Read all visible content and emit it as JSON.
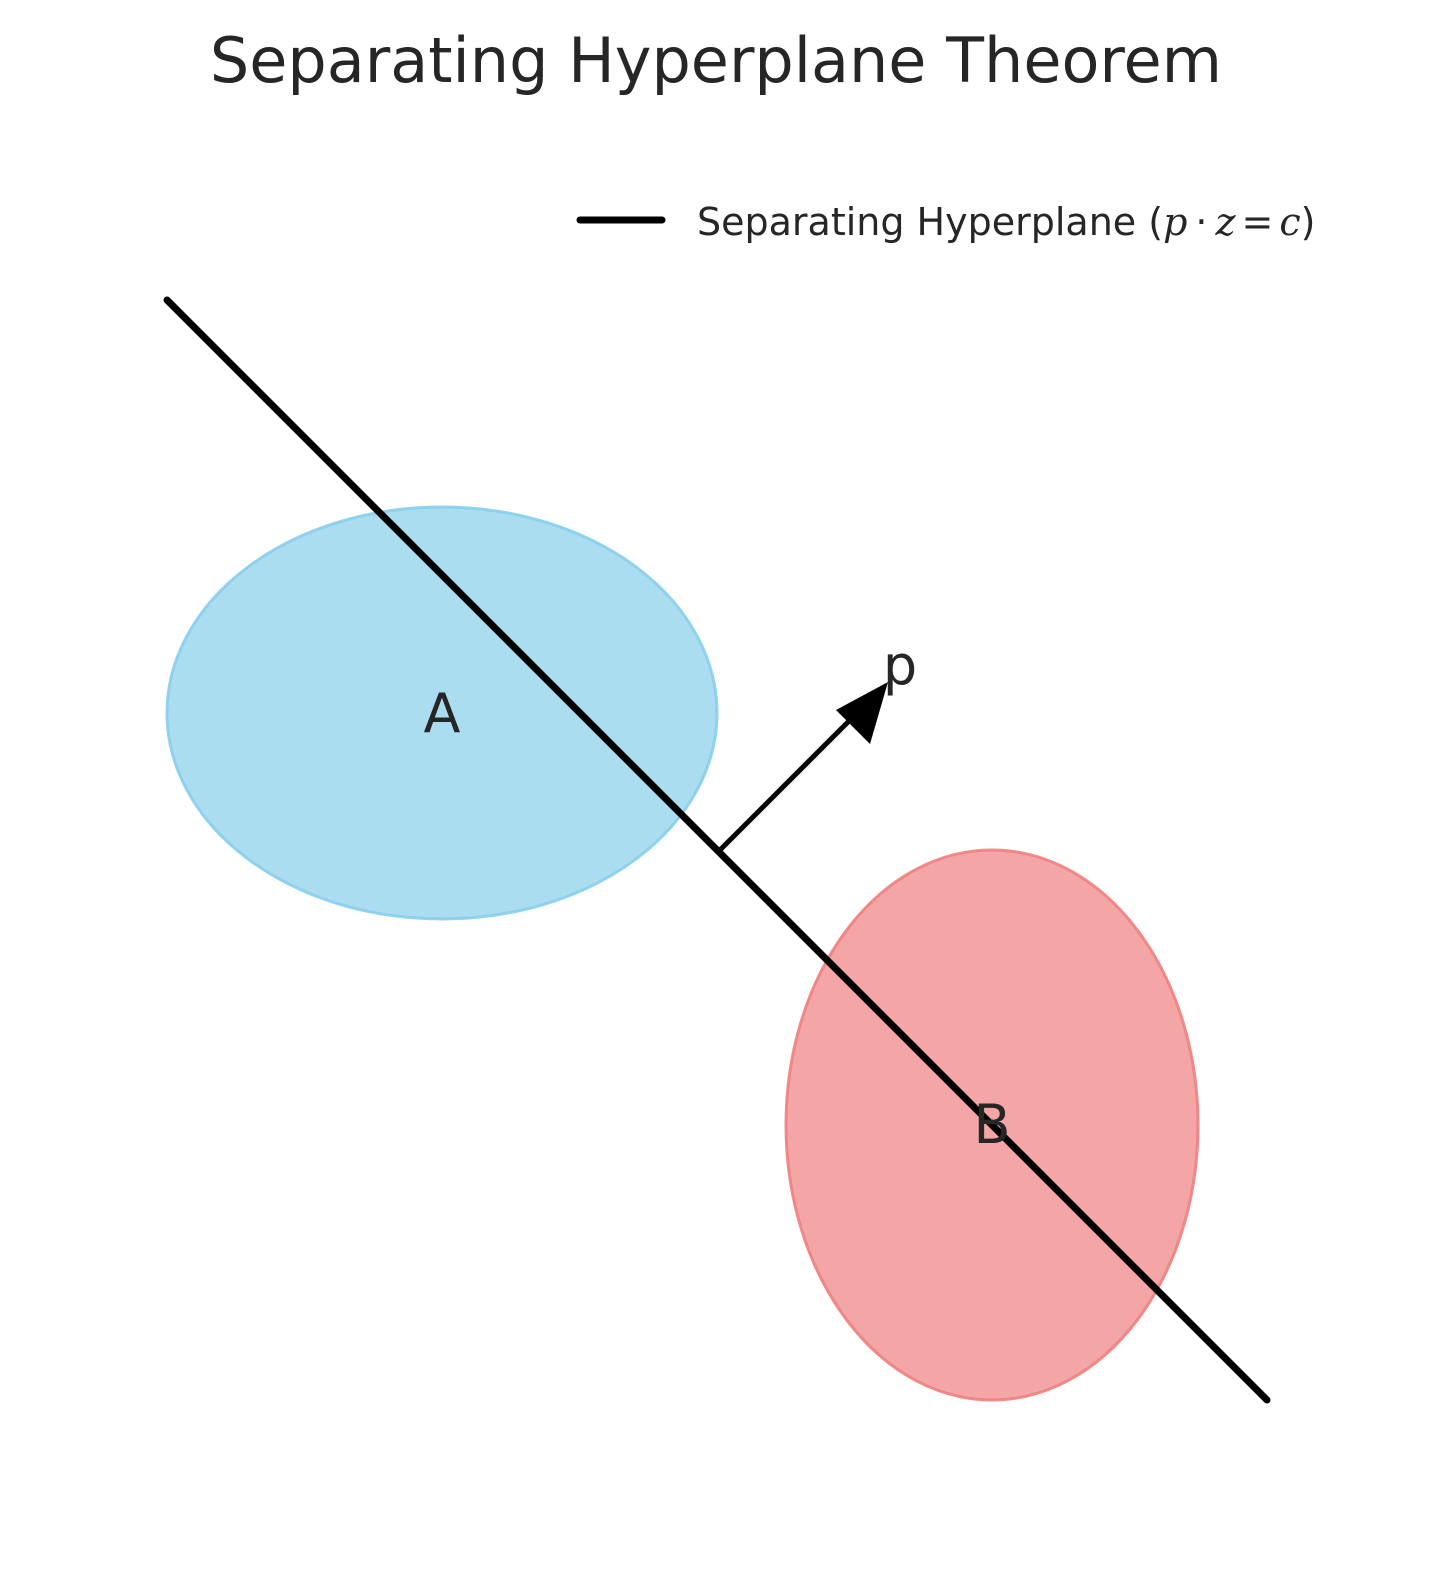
{
  "title": "Separating Hyperplane Theorem",
  "sets": [
    {
      "label": "A",
      "color": "#87CEEB",
      "edge_color": "#87CEEB"
    },
    {
      "label": "B",
      "color": "#F08080",
      "edge_color": "#F08080"
    }
  ],
  "normal_vector": {
    "label": "p",
    "color": "#000000"
  },
  "hyperplane": {
    "color": "#000000"
  },
  "legend": {
    "prefix": "Separating Hyperplane (",
    "p": "p",
    "dot": "·",
    "z": "z",
    "eq": "=",
    "c": "c",
    "suffix": ")"
  }
}
